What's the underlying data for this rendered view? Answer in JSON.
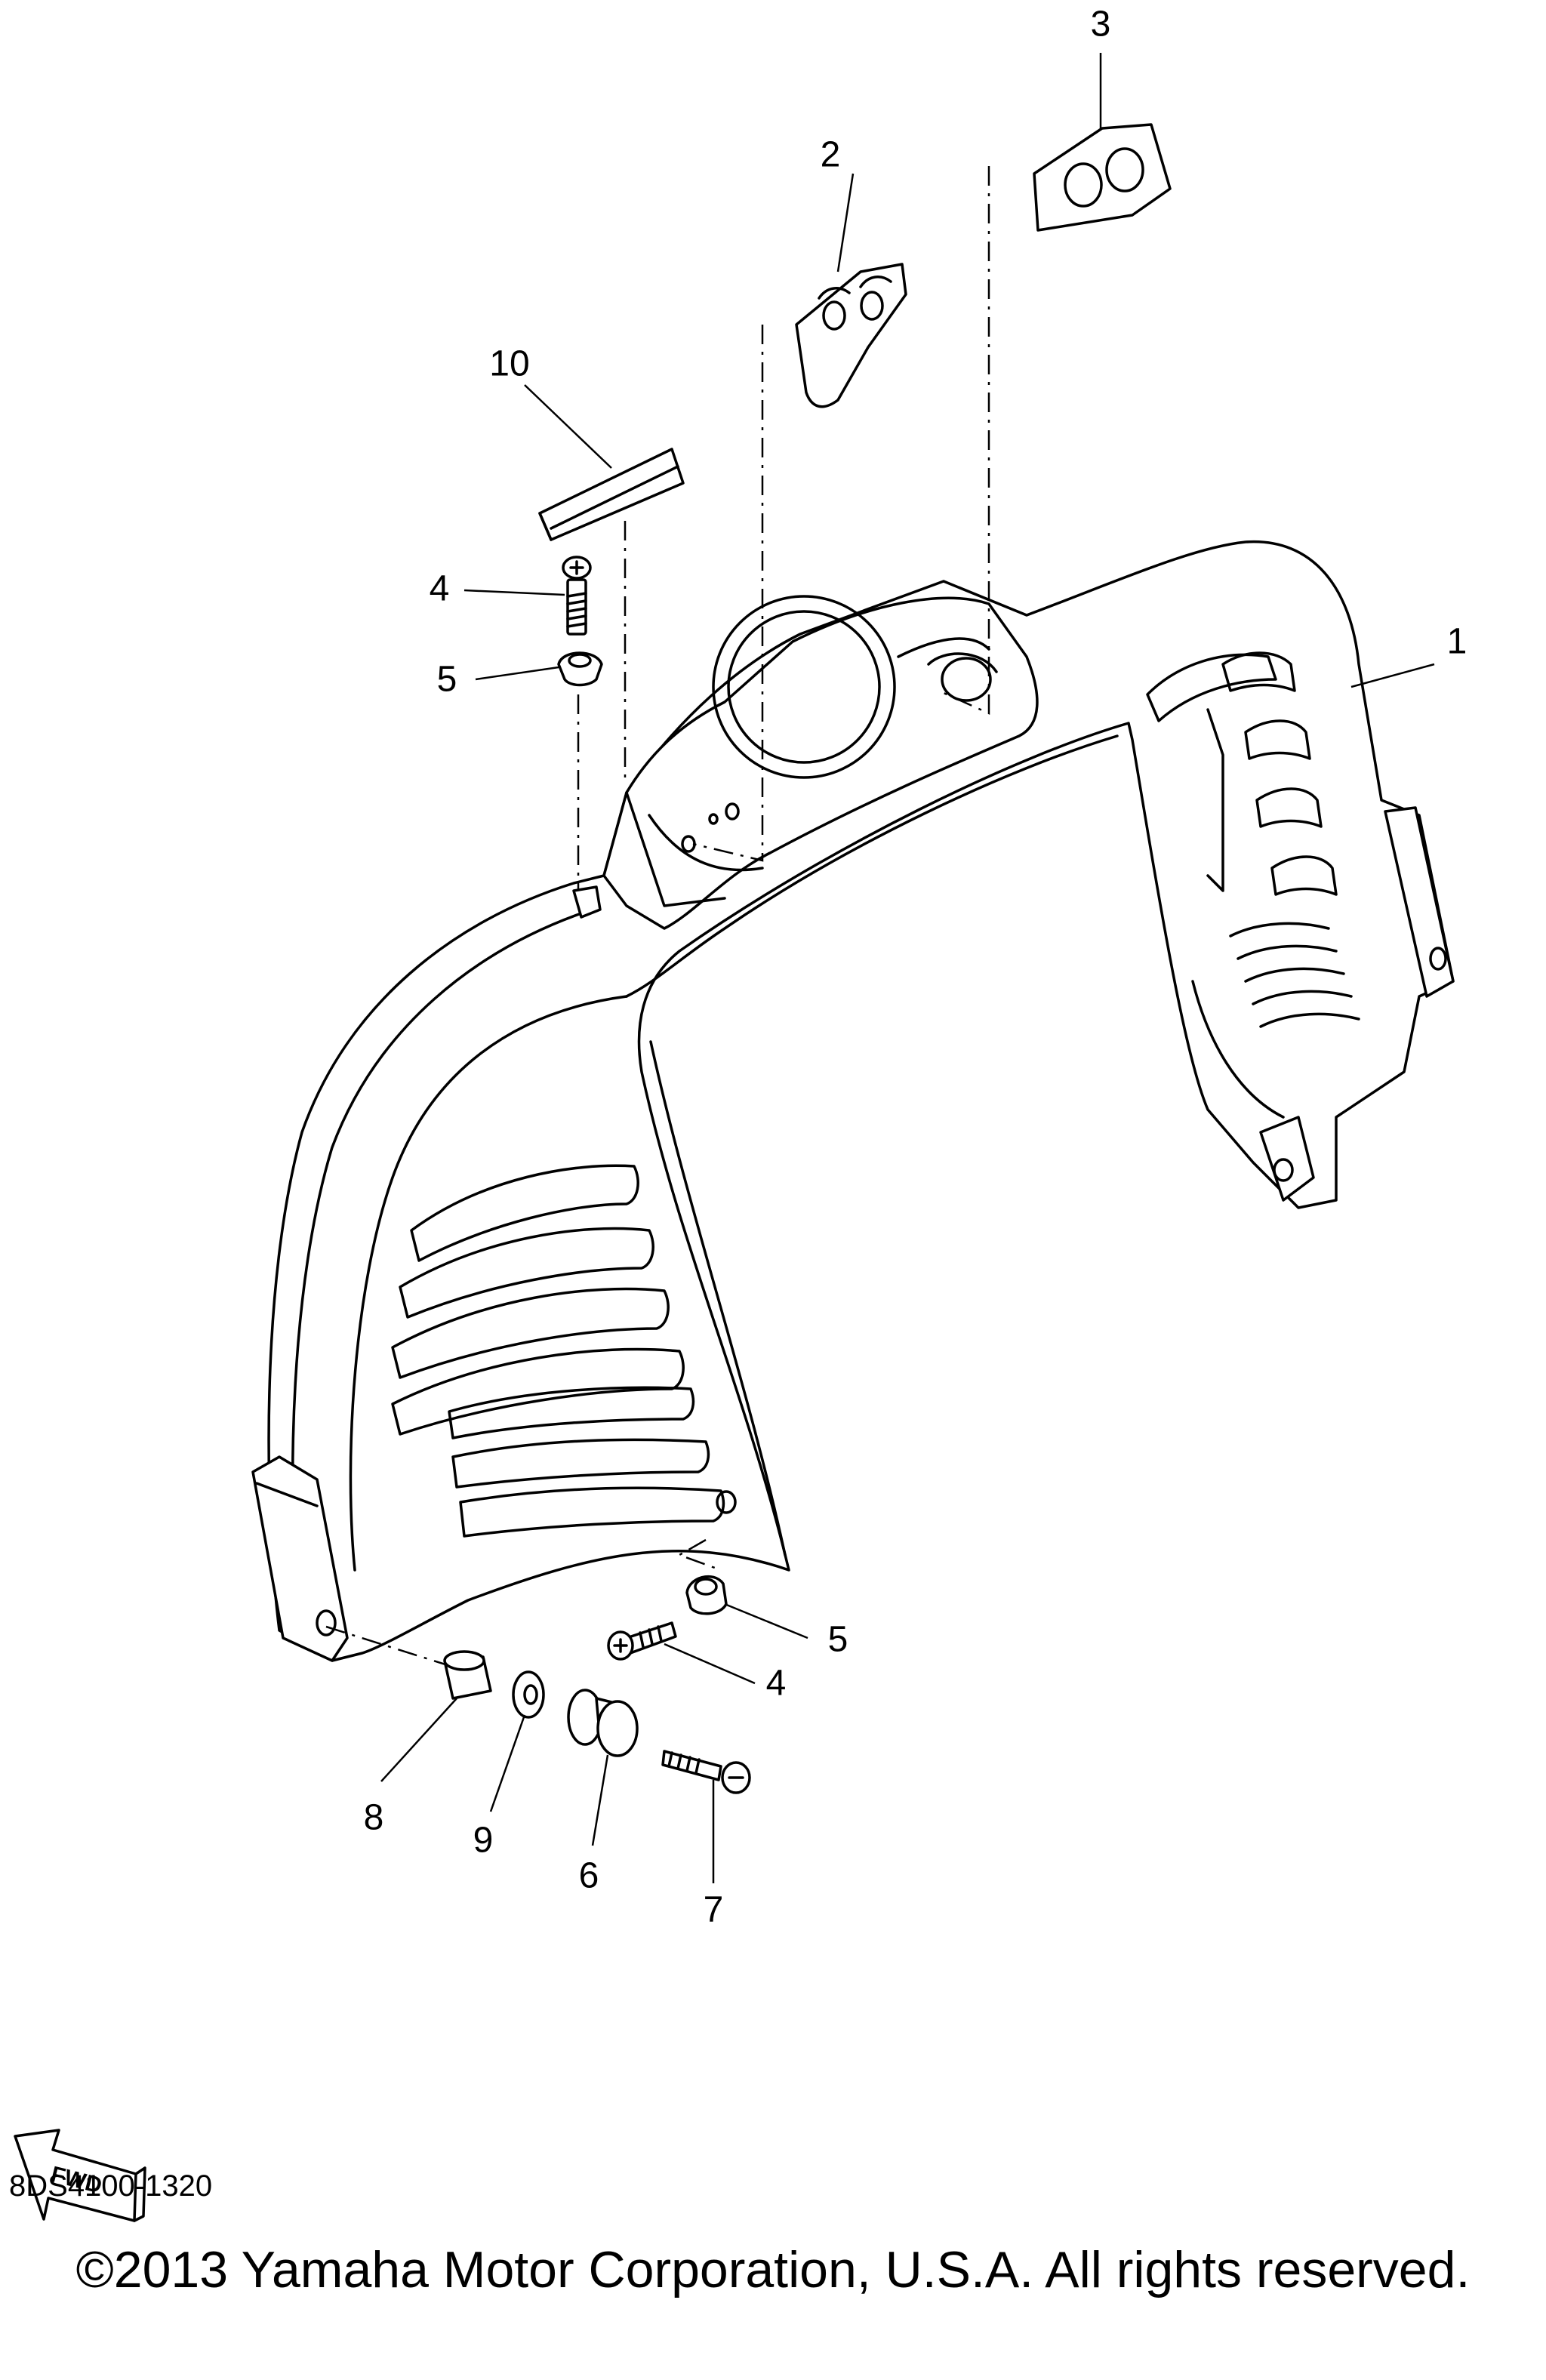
{
  "callouts": {
    "c1": "1",
    "c2": "2",
    "c3": "3",
    "c4a": "4",
    "c4b": "4",
    "c5a": "5",
    "c5b": "5",
    "c6": "6",
    "c7": "7",
    "c8": "8",
    "c9": "9",
    "c10": "10"
  },
  "fwd_arrow": {
    "label": "FWD",
    "icon": "fwd-arrow-icon"
  },
  "drawing_code": "8DS4100-1320",
  "copyright": "©2013 Yamaha Motor Corporation, U.S.A. All rights reserved.",
  "colors": {
    "ink": "#000000",
    "paper": "#ffffff"
  }
}
